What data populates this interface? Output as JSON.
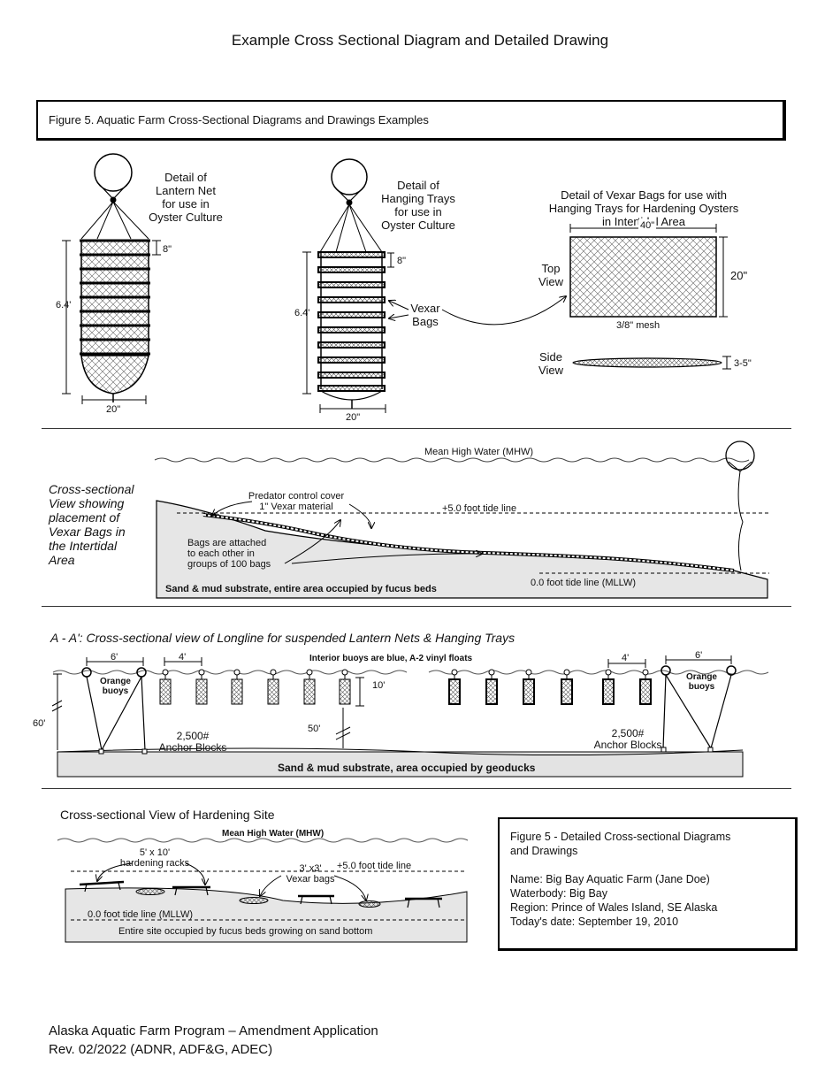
{
  "page_title": "Example Cross Sectional Diagram and Detailed Drawing",
  "figure_header": "Figure 5. Aquatic Farm Cross-Sectional Diagrams and Drawings Examples",
  "lantern": {
    "title": "Detail of\nLantern Net\nfor use in\nOyster Culture",
    "dim_spacing": "8\"",
    "dim_height": "6.4'",
    "dim_width": "20\""
  },
  "trays": {
    "title": "Detail of\nHanging Trays\nfor use in\nOyster Culture",
    "dim_spacing": "8\"",
    "dim_height": "6.4'",
    "dim_width": "20\"",
    "vexar_label": "Vexar\nBags"
  },
  "vexar_detail": {
    "title": "Detail of Vexar Bags for use with\nHanging Trays for Hardening Oysters\nin Intertidal Area",
    "top_view": "Top\nView",
    "side_view": "Side\nView",
    "dim_width": "40\"",
    "dim_height": "20\"",
    "mesh": "3/8\" mesh",
    "thickness": "3-5\""
  },
  "intertidal": {
    "side_label": "Cross-sectional\nView showing\nplacement of\nVexar Bags in\nthe Intertidal\nArea",
    "mhw": "Mean High Water (MHW)",
    "predator": "Predator control cover\n1\" Vexar material",
    "tide5": "+5.0 foot tide line",
    "bags": "Bags are attached\nto each other in\ngroups of 100 bags",
    "tide0": "0.0 foot tide line (MLLW)",
    "substrate": "Sand & mud substrate, entire area occupied by fucus beds"
  },
  "longline": {
    "title": "A - A': Cross-sectional view of Longline for suspended Lantern Nets & Hanging Trays",
    "interior": "Interior buoys are blue, A-2 vinyl floats",
    "dim6_left": "6'",
    "dim4_left": "4'",
    "dim4_right": "4'",
    "dim6_right": "6'",
    "orange_left": "Orange\nbuoys",
    "orange_right": "Orange\nbuoys",
    "dim10": "10'",
    "dim60": "60'",
    "dim50": "50'",
    "anchor_left": "2,500#\nAnchor Blocks",
    "anchor_right": "2,500#\nAnchor Blocks",
    "substrate": "Sand & mud substrate, area occupied by geoducks"
  },
  "hardening": {
    "title": "Cross-sectional View of Hardening Site",
    "mhw": "Mean High Water (MHW)",
    "racks": "5' x 10'\nhardening racks",
    "tide5": "+5.0 foot tide line",
    "bags": "3' x3'\nVexar bags",
    "tide0": "0.0 foot tide line (MLLW)",
    "substrate": "Entire site occupied by fucus beds growing on sand bottom"
  },
  "info": {
    "caption": "Figure 5 - Detailed Cross-sectional Diagrams\nand Drawings",
    "name": "Name: Big Bay Aquatic Farm (Jane Doe)",
    "waterbody": "Waterbody: Big Bay",
    "region": "Region: Prince of Wales Island, SE Alaska",
    "date": "Today's date: September 19, 2010"
  },
  "footer": {
    "line1": "Alaska Aquatic Farm Program – Amendment Application",
    "line2": "Rev. 02/2022 (ADNR, ADF&G, ADEC)"
  }
}
